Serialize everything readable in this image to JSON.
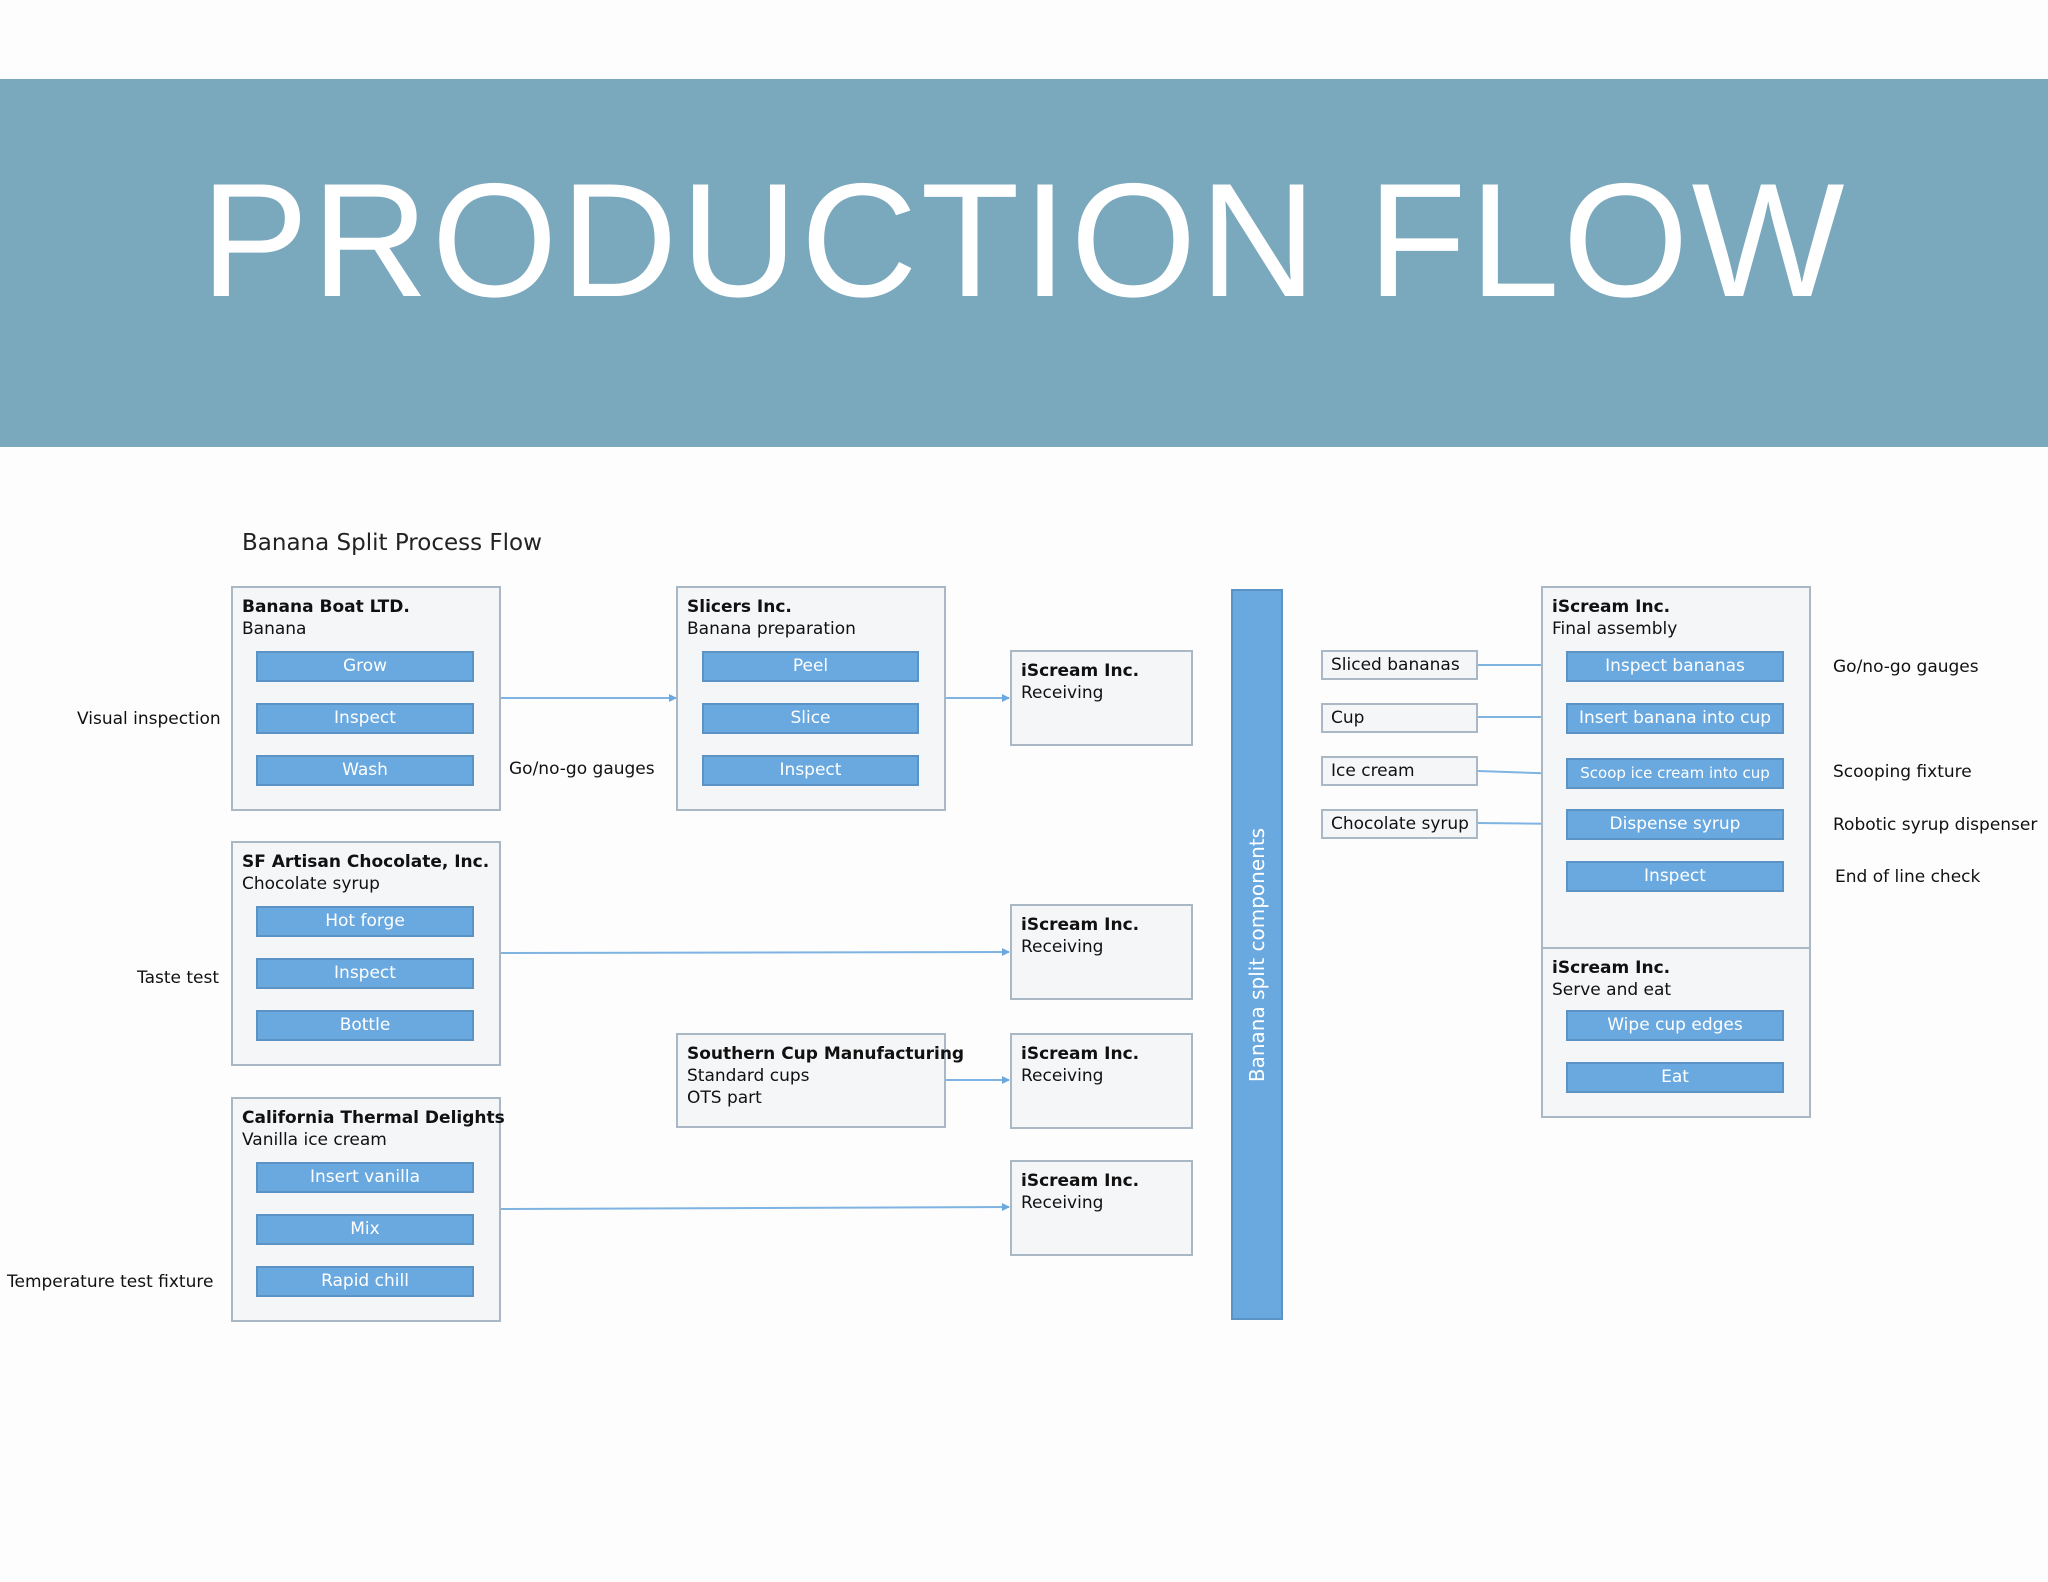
{
  "header": {
    "title": "PRODUCTION FLOW"
  },
  "diagram": {
    "title": "Banana Split Process Flow",
    "suppliers": [
      {
        "name": "Banana Boat LTD.",
        "product": "Banana",
        "steps": [
          "Grow",
          "Inspect",
          "Wash"
        ],
        "left_note": "Visual inspection",
        "right_note": "Go/no-go gauges"
      },
      {
        "name": "SF Artisan Chocolate, Inc.",
        "product": "Chocolate syrup",
        "steps": [
          "Hot forge",
          "Inspect",
          "Bottle"
        ],
        "left_note": "Taste test"
      },
      {
        "name": "California Thermal Delights",
        "product": "Vanilla ice cream",
        "steps": [
          "Insert vanilla",
          "Mix",
          "Rapid chill"
        ],
        "left_note": "Temperature test fixture"
      }
    ],
    "slicers": {
      "name": "Slicers Inc.",
      "product": "Banana preparation",
      "steps": [
        "Peel",
        "Slice",
        "Inspect"
      ]
    },
    "southern_cup": {
      "name": "Southern Cup Manufacturing",
      "line1": "Standard cups",
      "line2": "OTS part"
    },
    "receiving": [
      {
        "name": "iScream Inc.",
        "sub": "Receiving"
      },
      {
        "name": "iScream Inc.",
        "sub": "Receiving"
      },
      {
        "name": "iScream Inc.",
        "sub": "Receiving"
      },
      {
        "name": "iScream Inc.",
        "sub": "Receiving"
      }
    ],
    "components_bar": "Banana split components",
    "components": [
      "Sliced bananas",
      "Cup",
      "Ice cream",
      "Chocolate syrup"
    ],
    "final_assembly": {
      "name": "iScream Inc.",
      "sub": "Final assembly",
      "steps": [
        "Inspect bananas",
        "Insert banana into cup",
        "Scoop ice cream into cup",
        "Dispense syrup",
        "Inspect"
      ],
      "notes": [
        "Go/no-go gauges",
        "Scooping fixture",
        "Robotic syrup dispenser",
        "End of line check"
      ]
    },
    "serve": {
      "name": "iScream Inc.",
      "sub": "Serve and eat",
      "steps": [
        "Wipe cup edges",
        "Eat"
      ]
    }
  }
}
